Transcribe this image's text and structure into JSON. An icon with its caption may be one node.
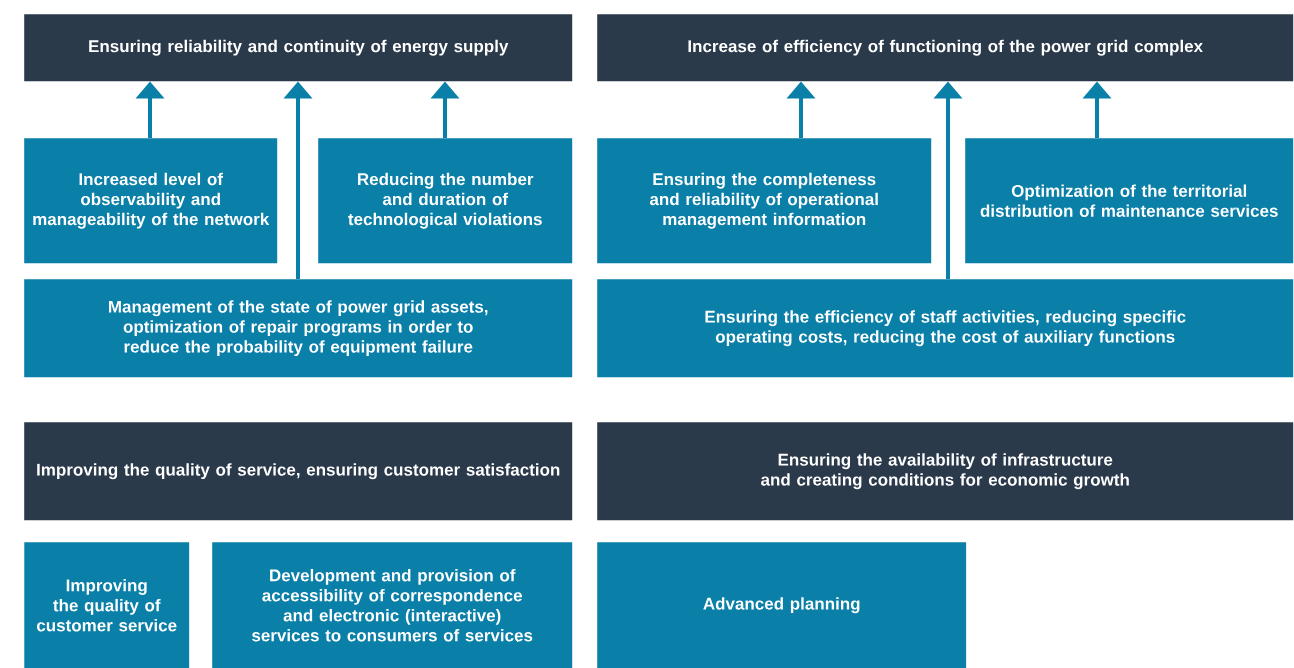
{
  "diagram": {
    "nodes": [
      {
        "text": [
          "Ensuring reliability and continuity of energy supply"
        ]
      },
      {
        "text": [
          "Increased level of observability and manageability of the network"
        ]
      },
      {
        "text": [
          "Reducing the number and duration of technological violations"
        ]
      },
      {
        "text": [
          "Management of the state of power grid assets, optimization of repair programs in order to reduce the probability of equipment failure"
        ]
      },
      {
        "text": [
          "Increase of efficiency of functioning of the power grid complex"
        ]
      },
      {
        "text": [
          "Ensuring the completeness and reliability of operational management information"
        ]
      },
      {
        "text": [
          "Optimization of the territorial distribution of maintenance services"
        ]
      },
      {
        "text": [
          "Ensuring the efficiency of staff activities, reducing specific operating costs, reducing the cost of auxiliary functions"
        ]
      },
      {
        "text": [
          "Improving the quality of service, ensuring customer satisfaction"
        ]
      },
      {
        "text": [
          "Ensuring the availability of infrastructure and creating conditions for economic growth"
        ]
      },
      {
        "text": [
          "Improving the quality of customer service"
        ]
      },
      {
        "text": [
          "Development and provision of accessibility of correspondence and electronic (interactive) services to consumers of services"
        ]
      },
      {
        "text": [
          "Advanced planning"
        ]
      }
    ],
    "edges": [
      {
        "from": 1,
        "to": 0,
        "arrow": "to"
      },
      {
        "from": 3,
        "to": 0,
        "arrow": "to"
      },
      {
        "from": 2,
        "to": 0,
        "arrow": "to"
      },
      {
        "from": 5,
        "to": 4,
        "arrow": "to"
      },
      {
        "from": 7,
        "to": 4,
        "arrow": "to"
      },
      {
        "from": 6,
        "to": 4,
        "arrow": "to"
      }
    ]
  }
}
